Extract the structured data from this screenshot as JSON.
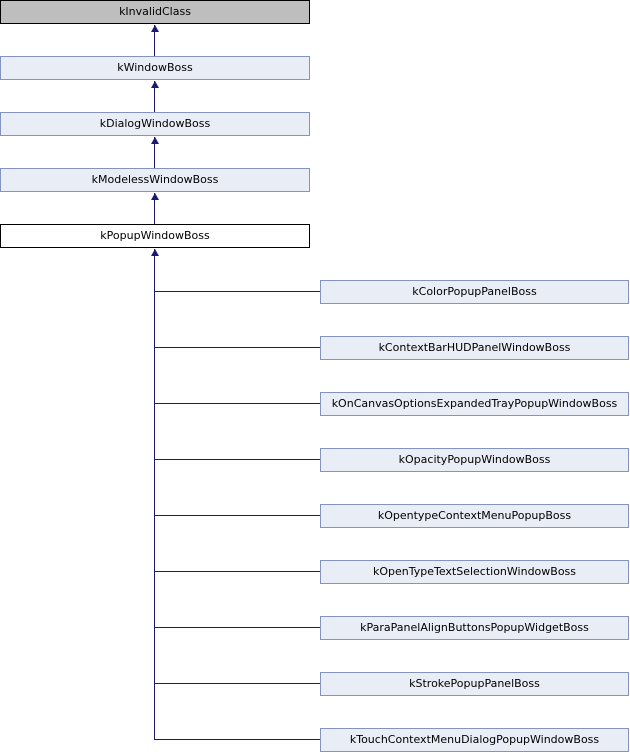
{
  "diagram": {
    "type": "class-inheritance-graph",
    "current_class": "kPopupWindowBoss",
    "colors": {
      "edge": "#191970",
      "node_fill": "#E9EDF6",
      "node_border": "#8394C0",
      "undocumented_node_fill": "#BEBEBE",
      "current_node_fill": "#FFFFFF",
      "current_node_border": "#000000",
      "text": "#000000",
      "background": "#FFFFFF"
    },
    "ancestors": [
      {
        "label": "kInvalidClass"
      },
      {
        "label": "kWindowBoss"
      },
      {
        "label": "kDialogWindowBoss"
      },
      {
        "label": "kModelessWindowBoss"
      },
      {
        "label": "kPopupWindowBoss"
      }
    ],
    "children": [
      {
        "label": "kColorPopupPanelBoss"
      },
      {
        "label": "kContextBarHUDPanelWindowBoss"
      },
      {
        "label": "kOnCanvasOptionsExpandedTrayPopupWindowBoss"
      },
      {
        "label": "kOpacityPopupWindowBoss"
      },
      {
        "label": "kOpentypeContextMenuPopupBoss"
      },
      {
        "label": "kOpenTypeTextSelectionWindowBoss"
      },
      {
        "label": "kParaPanelAlignButtonsPopupWidgetBoss"
      },
      {
        "label": "kStrokePopupPanelBoss"
      },
      {
        "label": "kTouchContextMenuDialogPopupWindowBoss"
      }
    ]
  }
}
